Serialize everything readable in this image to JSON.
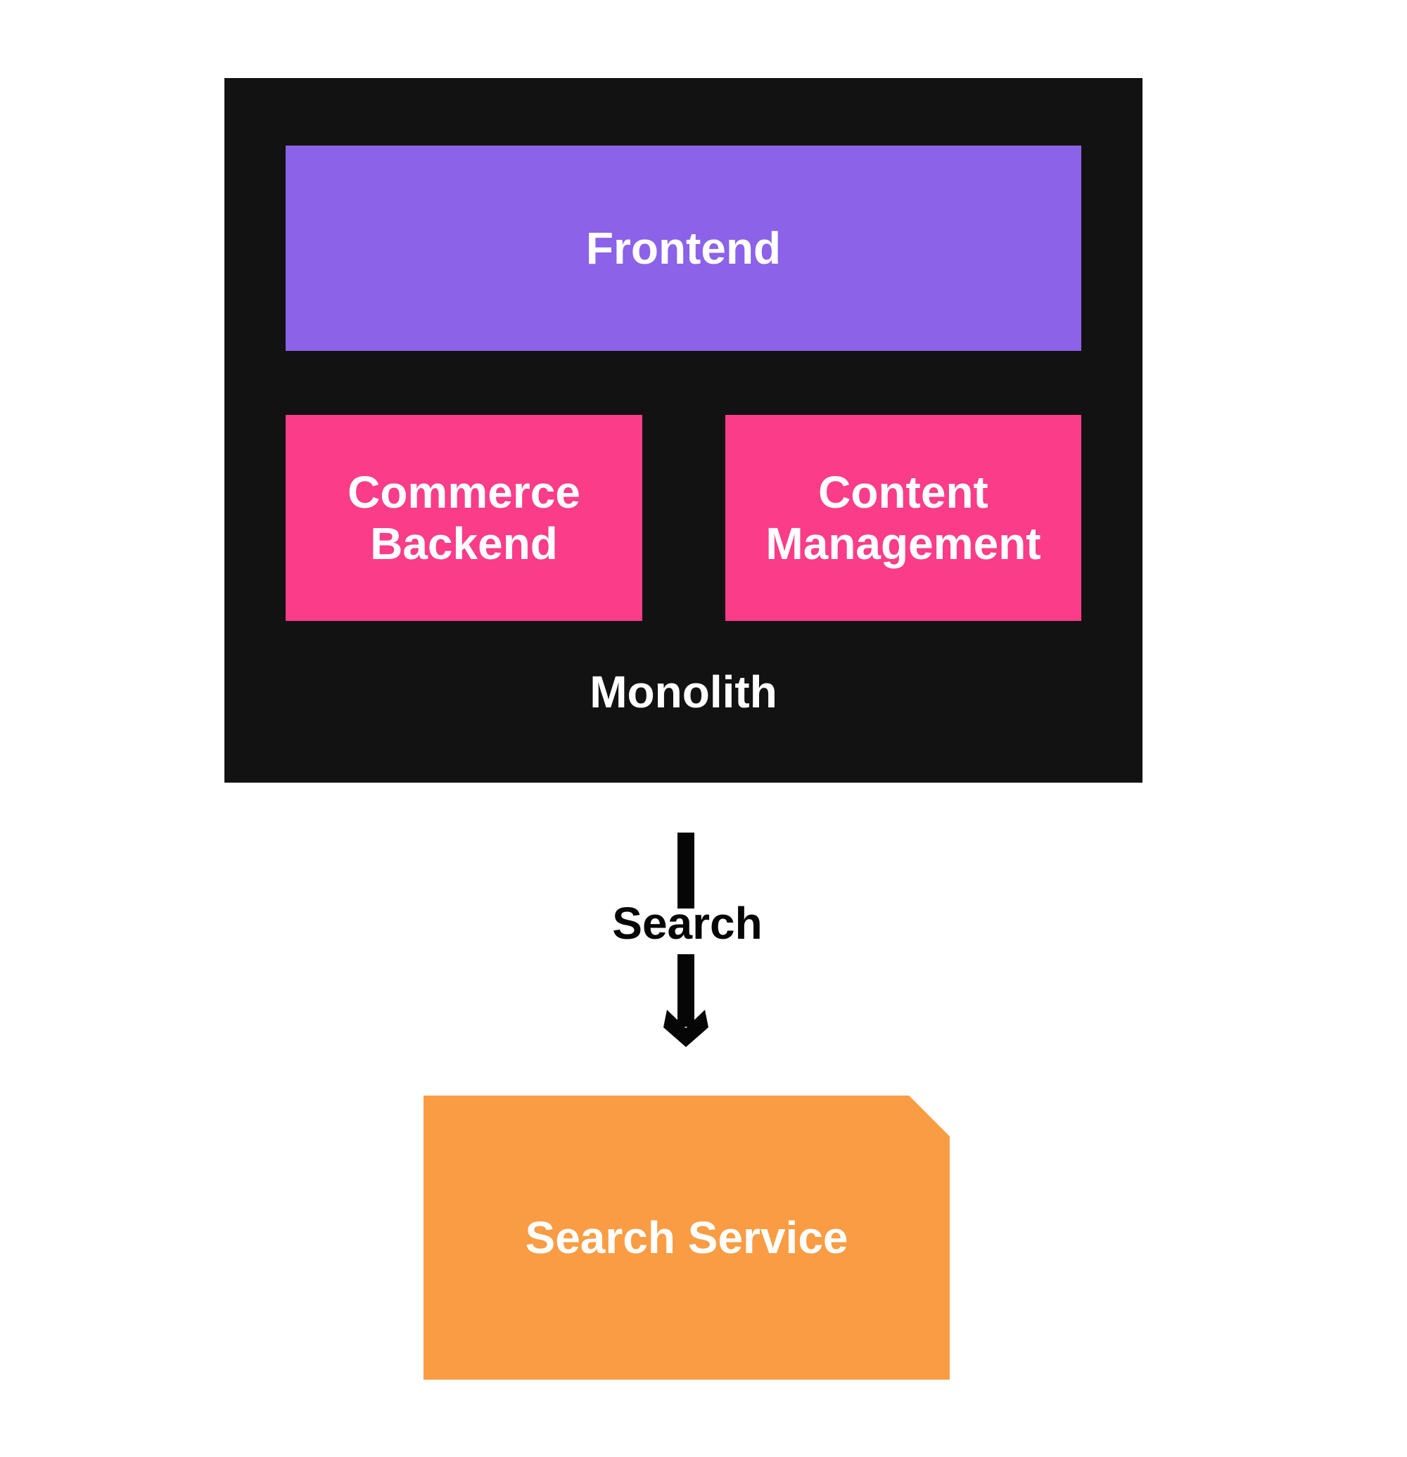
{
  "background": "#ffffff",
  "monolith": {
    "label": "Monolith",
    "box_color": "#121212",
    "label_color": "#ffffff",
    "components": {
      "frontend": {
        "label": "Frontend",
        "color": "#8B62E8",
        "text_color": "#ffffff"
      },
      "commerce_backend": {
        "label": "Commerce Backend",
        "color": "#FB3C88",
        "text_color": "#ffffff"
      },
      "content_management": {
        "label": "Content Management",
        "color": "#FB3C88",
        "text_color": "#ffffff"
      }
    }
  },
  "connector": {
    "label": "Search",
    "arrow_color": "#060606",
    "label_color": "#060606",
    "direction": "down"
  },
  "search_service": {
    "label": "Search Service",
    "color": "#FA9C44",
    "text_color": "#ffffff"
  }
}
